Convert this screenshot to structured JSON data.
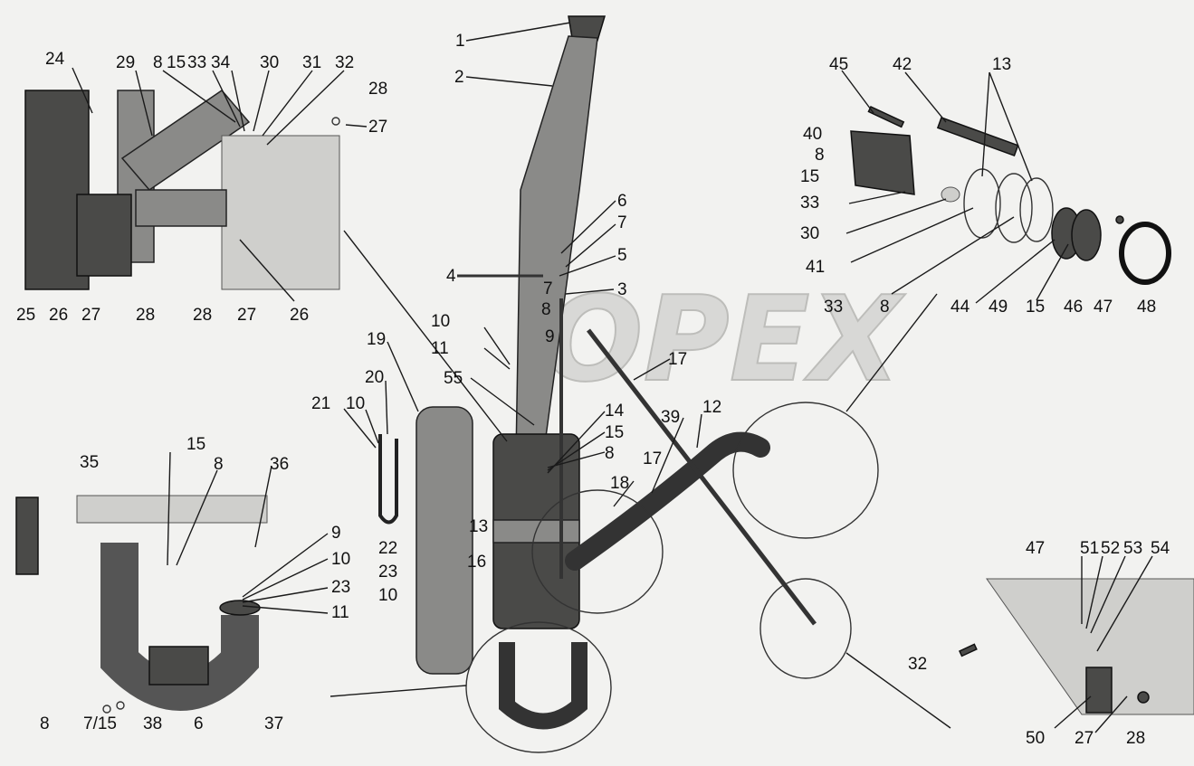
{
  "watermark": "OPEX",
  "labels": [
    {
      "id": "l1",
      "text": "1"
    },
    {
      "id": "l2",
      "text": "2"
    },
    {
      "id": "l6a",
      "text": "6"
    },
    {
      "id": "l7a",
      "text": "7"
    },
    {
      "id": "l5",
      "text": "5"
    },
    {
      "id": "l4",
      "text": "4"
    },
    {
      "id": "l7b",
      "text": "7"
    },
    {
      "id": "l3",
      "text": "3"
    },
    {
      "id": "l8a",
      "text": "8"
    },
    {
      "id": "l9a",
      "text": "9"
    },
    {
      "id": "l10a",
      "text": "10"
    },
    {
      "id": "l11a",
      "text": "11"
    },
    {
      "id": "l17a",
      "text": "17"
    },
    {
      "id": "l55",
      "text": "55"
    },
    {
      "id": "l19a",
      "text": "19"
    },
    {
      "id": "l20",
      "text": "20"
    },
    {
      "id": "l21",
      "text": "21"
    },
    {
      "id": "l10b",
      "text": "10"
    },
    {
      "id": "l14",
      "text": "14"
    },
    {
      "id": "l15a",
      "text": "15"
    },
    {
      "id": "l8b",
      "text": "8"
    },
    {
      "id": "l39",
      "text": "39"
    },
    {
      "id": "l12",
      "text": "12"
    },
    {
      "id": "l17b",
      "text": "17"
    },
    {
      "id": "l18",
      "text": "18"
    },
    {
      "id": "l13a",
      "text": "13"
    },
    {
      "id": "l16",
      "text": "16"
    },
    {
      "id": "l22",
      "text": "22"
    },
    {
      "id": "l23a",
      "text": "23"
    },
    {
      "id": "l10c",
      "text": "10"
    },
    {
      "id": "l24",
      "text": "24"
    },
    {
      "id": "l29",
      "text": "29"
    },
    {
      "id": "l8c",
      "text": "8"
    },
    {
      "id": "l15b",
      "text": "15"
    },
    {
      "id": "l33a",
      "text": "33"
    },
    {
      "id": "l34",
      "text": "34"
    },
    {
      "id": "l30a",
      "text": "30"
    },
    {
      "id": "l31",
      "text": "31"
    },
    {
      "id": "l32a",
      "text": "32"
    },
    {
      "id": "l28a",
      "text": "28"
    },
    {
      "id": "l27a",
      "text": "27"
    },
    {
      "id": "l25",
      "text": "25"
    },
    {
      "id": "l26a",
      "text": "26"
    },
    {
      "id": "l27b",
      "text": "27"
    },
    {
      "id": "l28b",
      "text": "28"
    },
    {
      "id": "l28c",
      "text": "28"
    },
    {
      "id": "l27c",
      "text": "27"
    },
    {
      "id": "l26b",
      "text": "26"
    },
    {
      "id": "l45",
      "text": "45"
    },
    {
      "id": "l42",
      "text": "42"
    },
    {
      "id": "l13b",
      "text": "13"
    },
    {
      "id": "l40",
      "text": "40"
    },
    {
      "id": "l8d",
      "text": "8"
    },
    {
      "id": "l15c",
      "text": "15"
    },
    {
      "id": "l33b",
      "text": "33"
    },
    {
      "id": "l30b",
      "text": "30"
    },
    {
      "id": "l41",
      "text": "41"
    },
    {
      "id": "l33c",
      "text": "33"
    },
    {
      "id": "l8e",
      "text": "8"
    },
    {
      "id": "l44",
      "text": "44"
    },
    {
      "id": "l49",
      "text": "49"
    },
    {
      "id": "l15d",
      "text": "15"
    },
    {
      "id": "l46",
      "text": "46"
    },
    {
      "id": "l47a",
      "text": "47"
    },
    {
      "id": "l48",
      "text": "48"
    },
    {
      "id": "l35",
      "text": "35"
    },
    {
      "id": "l15e",
      "text": "15"
    },
    {
      "id": "l8f",
      "text": "8"
    },
    {
      "id": "l36",
      "text": "36"
    },
    {
      "id": "l9b",
      "text": "9"
    },
    {
      "id": "l10d",
      "text": "10"
    },
    {
      "id": "l23b",
      "text": "23"
    },
    {
      "id": "l11b",
      "text": "11"
    },
    {
      "id": "l8g",
      "text": "8"
    },
    {
      "id": "l7c",
      "text": "7/15"
    },
    {
      "id": "l38",
      "text": "38"
    },
    {
      "id": "l6b",
      "text": "6"
    },
    {
      "id": "l37",
      "text": "37"
    },
    {
      "id": "l47b",
      "text": "47"
    },
    {
      "id": "l51",
      "text": "51"
    },
    {
      "id": "l52",
      "text": "52"
    },
    {
      "id": "l53",
      "text": "53"
    },
    {
      "id": "l54",
      "text": "54"
    },
    {
      "id": "l32b",
      "text": "32"
    },
    {
      "id": "l50",
      "text": "50"
    },
    {
      "id": "l27d",
      "text": "27"
    },
    {
      "id": "l28d",
      "text": "28"
    }
  ]
}
